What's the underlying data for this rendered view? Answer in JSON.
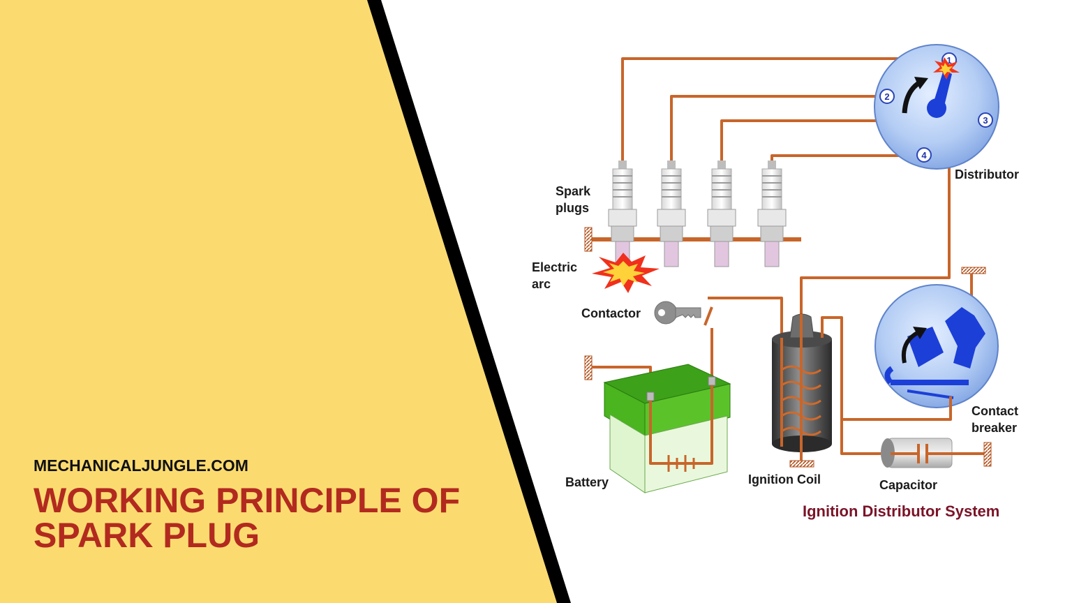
{
  "banner": {
    "site": "MECHANICALJUNGLE.COM",
    "title_line1": "WORKING PRINCIPLE OF",
    "title_line2": "SPARK PLUG"
  },
  "diagram": {
    "caption": "Ignition Distributor System",
    "labels": {
      "distributor": "Distributor",
      "spark_plugs_1": "Spark",
      "spark_plugs_2": "plugs",
      "electric_arc_1": "Electric",
      "electric_arc_2": "arc",
      "contactor": "Contactor",
      "battery": "Battery",
      "ignition_coil": "Ignition Coil",
      "capacitor": "Capacitor",
      "contact_breaker_1": "Contact",
      "contact_breaker_2": "breaker"
    },
    "distributor_terminals": [
      "1",
      "2",
      "3",
      "4"
    ]
  },
  "colors": {
    "banner_bg": "#fbdb70",
    "divider": "#000000",
    "title": "#b22a1f",
    "wire": "#c8652a",
    "disc": "#a9c6f2",
    "rotor": "#1c3fd8",
    "battery": "#3da11a",
    "caption": "#7a1428"
  }
}
